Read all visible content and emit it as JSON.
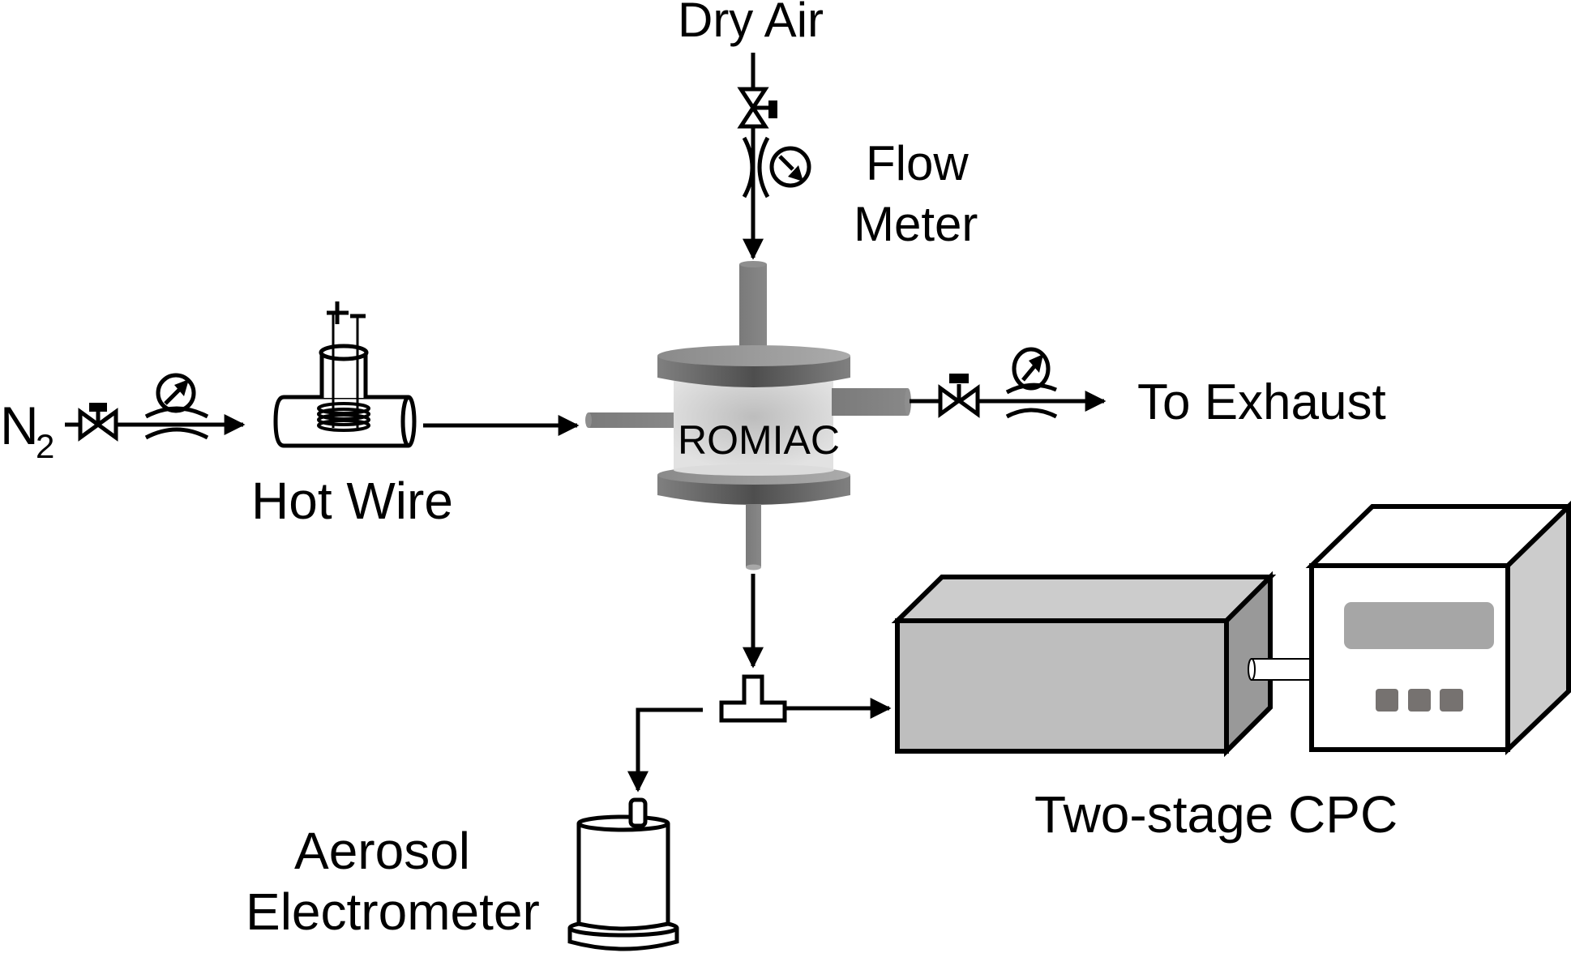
{
  "diagram": {
    "title": "ROMIAC experimental setup",
    "labels": {
      "dry_air": "Dry Air",
      "flow_meter_line1": "Flow",
      "flow_meter_line2": "Meter",
      "n2_main": "N",
      "n2_sub": "2",
      "hot_wire": "Hot Wire",
      "romiac": "ROMIAC",
      "to_exhaust": "To Exhaust",
      "cpc": "Two-stage CPC",
      "electrometer_line1": "Aerosol",
      "electrometer_line2": "Electrometer",
      "plus": "+",
      "minus": "−"
    },
    "components": [
      {
        "id": "n2-source",
        "label": "N2",
        "type": "gas-source"
      },
      {
        "id": "n2-valve",
        "type": "needle-valve-icon"
      },
      {
        "id": "n2-flow-meter",
        "type": "orifice-flow-meter-icon"
      },
      {
        "id": "hot-wire",
        "label": "Hot Wire",
        "type": "hot-wire-generator"
      },
      {
        "id": "dry-air-source",
        "label": "Dry Air",
        "type": "gas-source"
      },
      {
        "id": "dry-air-valve",
        "type": "needle-valve-icon"
      },
      {
        "id": "dry-air-flow-meter",
        "label": "Flow Meter",
        "type": "orifice-flow-meter-icon"
      },
      {
        "id": "romiac",
        "label": "ROMIAC",
        "type": "mobility-analyzer"
      },
      {
        "id": "exhaust-valve",
        "type": "needle-valve-icon"
      },
      {
        "id": "exhaust-flow-meter",
        "type": "orifice-flow-meter-icon"
      },
      {
        "id": "exhaust",
        "label": "To Exhaust",
        "type": "sink"
      },
      {
        "id": "tee-splitter",
        "type": "tee-fitting"
      },
      {
        "id": "cpc",
        "label": "Two-stage CPC",
        "type": "particle-counter"
      },
      {
        "id": "electrometer",
        "label": "Aerosol Electrometer",
        "type": "electrometer"
      }
    ],
    "connections": [
      {
        "from": "n2-source",
        "to": "hot-wire"
      },
      {
        "from": "hot-wire",
        "to": "romiac"
      },
      {
        "from": "dry-air-source",
        "to": "romiac"
      },
      {
        "from": "romiac",
        "to": "exhaust"
      },
      {
        "from": "romiac",
        "to": "tee-splitter"
      },
      {
        "from": "tee-splitter",
        "to": "cpc"
      },
      {
        "from": "tee-splitter",
        "to": "electrometer"
      }
    ],
    "colors": {
      "line": "#000000",
      "romiac_plate_dark": "#505050",
      "romiac_plate_light": "#8a8a8a",
      "romiac_core": "#dcdcdc",
      "romiac_tube": "#808080",
      "cpc_front": "#bebebe",
      "cpc_top": "#cccccc",
      "cpc_side": "#999999",
      "counter_display": "#a6a6a6",
      "counter_buttons": "#767270"
    }
  }
}
